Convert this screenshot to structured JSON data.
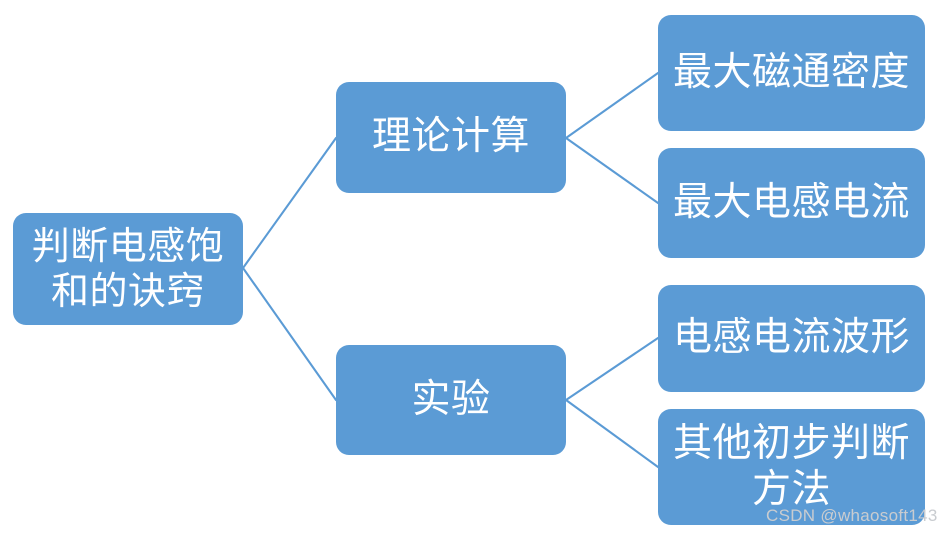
{
  "diagram": {
    "type": "mind-map",
    "title_node": "判断电感饱和的诀窍",
    "theme": {
      "node_fill": "#5B9BD5",
      "node_text": "#FFFFFF",
      "connector": "#5B9BD5",
      "background": "#FFFFFF"
    },
    "root": {
      "label": "判断电感饱和的诀窍"
    },
    "branches": [
      {
        "label": "理论计算",
        "children": [
          {
            "label": "最大磁通密度"
          },
          {
            "label": "最大电感电流"
          }
        ]
      },
      {
        "label": "实验",
        "children": [
          {
            "label": "电感电流波形"
          },
          {
            "label": "其他初步判断方法"
          }
        ]
      }
    ]
  },
  "watermark": {
    "text": "CSDN @whaosoft143"
  }
}
